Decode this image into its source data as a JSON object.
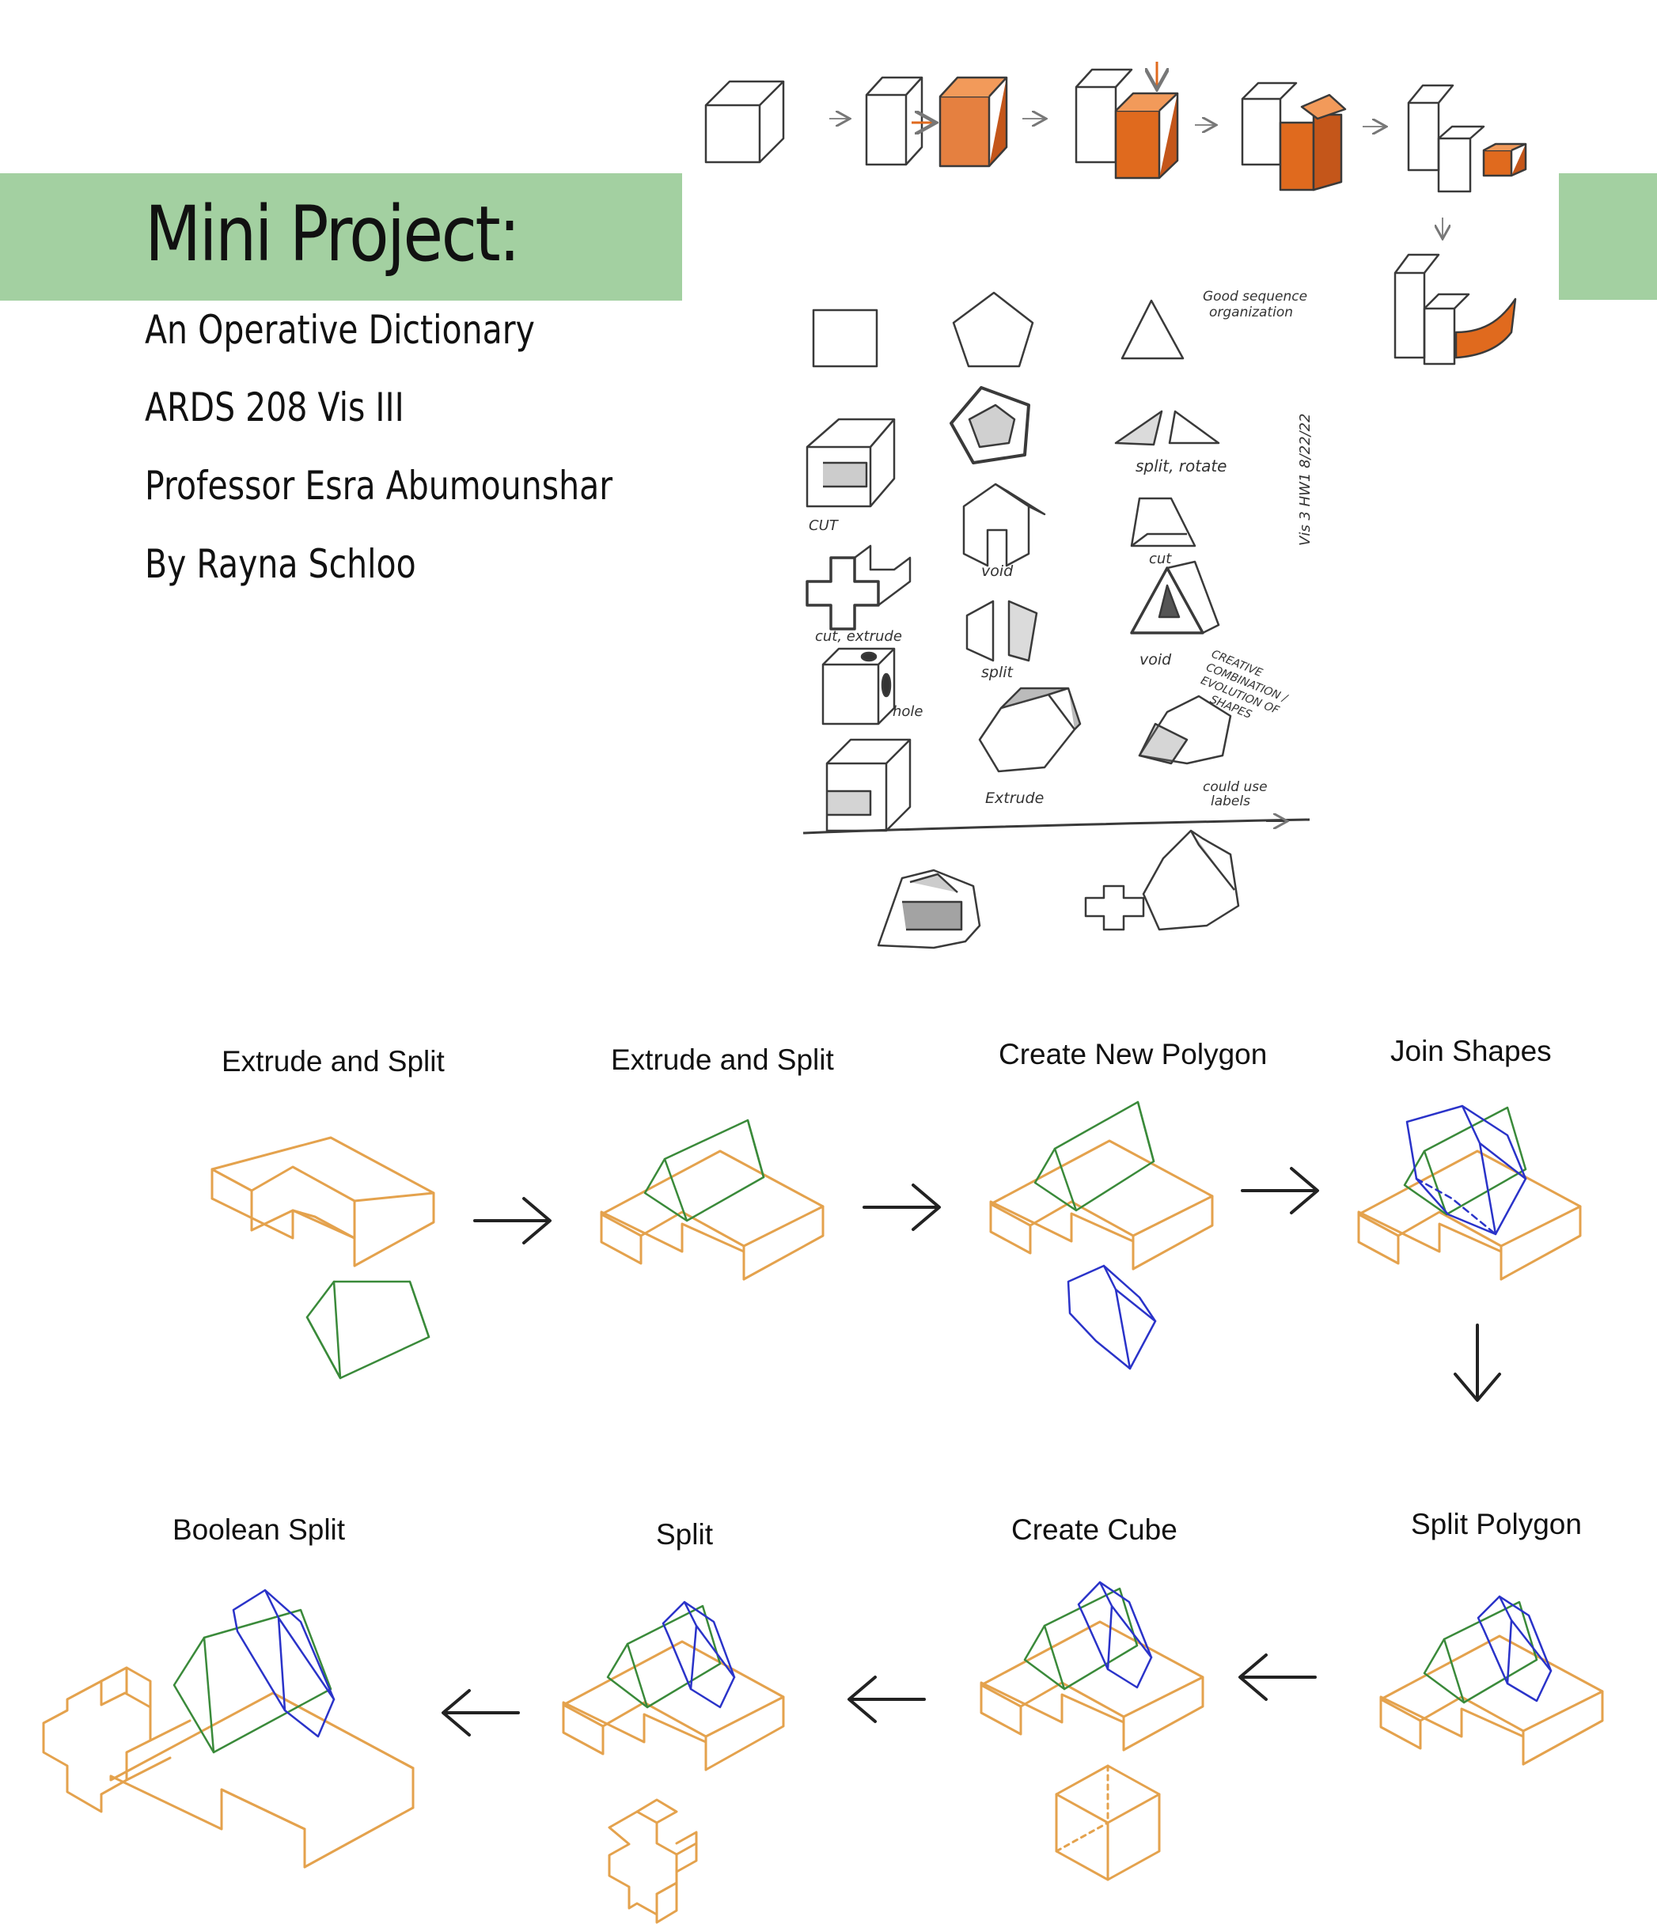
{
  "header": {
    "title": "Mini Project:",
    "subtitle": "An Operative Dictionary",
    "course": "ARDS 208 Vis III",
    "professor": "Professor Esra Abumounshar",
    "author": "By Rayna Schloo"
  },
  "sketch_notes": {
    "note1": "Good sequence",
    "note2": "organization",
    "vertical": "Vis 3 HW1  8/22/22",
    "creative1": "CREATIVE",
    "creative2": "COMBINATION /",
    "creative3": "EVOLUTION OF",
    "creative4": "SHAPES",
    "labels1": "could use",
    "labels2": "labels"
  },
  "sketch_labels": {
    "split_rotate": "split, rotate",
    "cut1": "CUT",
    "void1": "void",
    "cut2": "cut",
    "cut_extrude": "cut, extrude",
    "split": "split",
    "void2": "void",
    "hole": "hole",
    "extrude": "Extrude"
  },
  "steps": [
    {
      "label": "Extrude and Split"
    },
    {
      "label": "Extrude and Split"
    },
    {
      "label": "Create New Polygon"
    },
    {
      "label": "Join Shapes"
    },
    {
      "label": "Split Polygon"
    },
    {
      "label": "Create Cube"
    },
    {
      "label": "Split"
    },
    {
      "label": "Boolean Split"
    }
  ],
  "colors": {
    "band": "#a3d0a1",
    "base": "#e4a24d",
    "prism": "#3a8a3a",
    "polygon": "#2a33c9",
    "sketch_orange": "#e06a1e",
    "pencil": "#3a3a3a"
  }
}
